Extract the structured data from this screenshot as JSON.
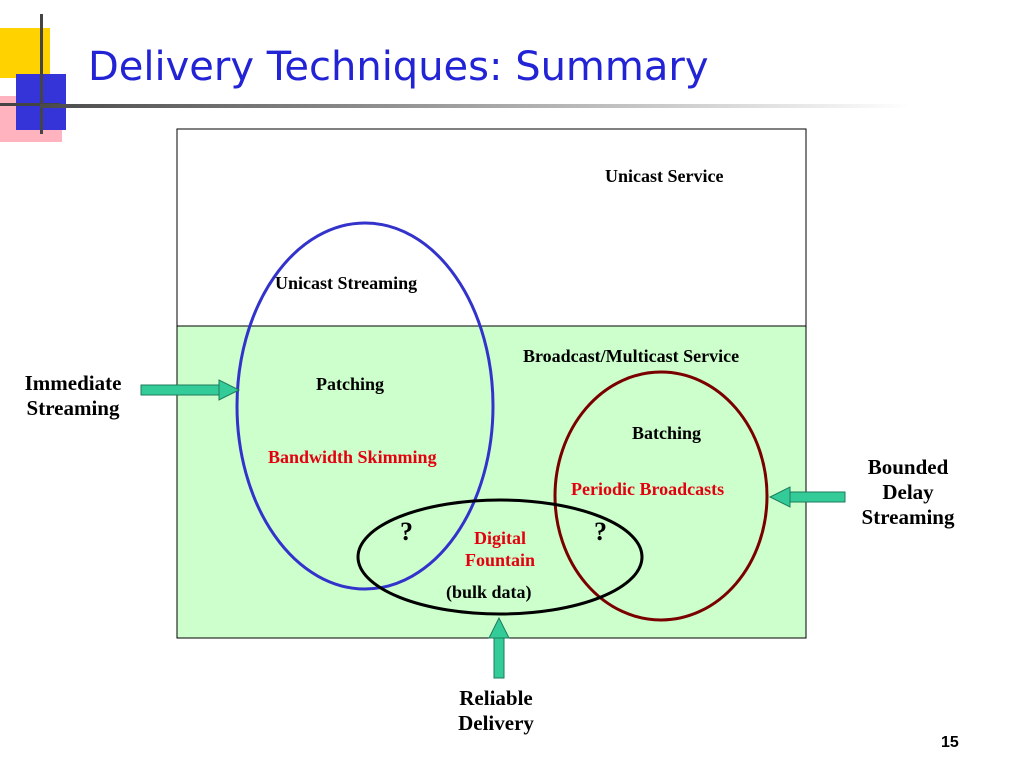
{
  "title": "Delivery Techniques: Summary",
  "regions": {
    "unicast_service": "Unicast Service",
    "broadcast_multicast_service": "Broadcast/Multicast Service"
  },
  "techniques": {
    "unicast_streaming": "Unicast Streaming",
    "patching": "Patching",
    "bandwidth_skimming": "Bandwidth Skimming",
    "batching": "Batching",
    "periodic_broadcasts": "Periodic Broadcasts",
    "digital_fountain_line1": "Digital",
    "digital_fountain_line2": "Fountain",
    "bulk_data": "(bulk data)",
    "question_left": "?",
    "question_right": "?"
  },
  "arrows": {
    "immediate_streaming_line1": "Immediate",
    "immediate_streaming_line2": "Streaming",
    "bounded_delay_line1": "Bounded",
    "bounded_delay_line2": "Delay",
    "bounded_delay_line3": "Streaming",
    "reliable_delivery_line1": "Reliable",
    "reliable_delivery_line2": "Delivery"
  },
  "colors": {
    "title": "#2323d6",
    "broadcast_region_fill": "#ccffcc",
    "streaming_ellipse": "#3333cc",
    "broadcast_ellipse": "#7a0000",
    "fountain_ellipse": "#000000",
    "arrow_fill": "#33cc99",
    "red_text": "#e3000f"
  },
  "page_number": "15"
}
